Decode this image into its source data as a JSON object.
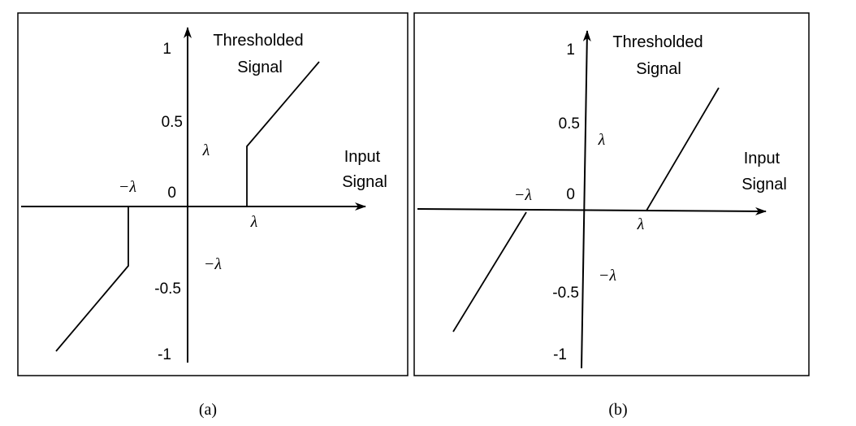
{
  "panels": [
    {
      "caption": "(a)",
      "y_axis_title_line1": "Thresholded",
      "y_axis_title_line2": "Signal",
      "x_axis_title_line1": "Input",
      "x_axis_title_line2": "Signal",
      "ticks": {
        "top": "1",
        "half": "0.5",
        "origin": "0",
        "neg_half": "-0.5",
        "bottom": "-1"
      },
      "lambda": "λ",
      "neg_lambda": "−λ",
      "function": "hard thresholding"
    },
    {
      "caption": "(b)",
      "y_axis_title_line1": "Thresholded",
      "y_axis_title_line2": "Signal",
      "x_axis_title_line1": "Input",
      "x_axis_title_line2": "Signal",
      "ticks": {
        "top": "1",
        "half": "0.5",
        "origin": "0",
        "neg_half": "-0.5",
        "bottom": "-1"
      },
      "lambda": "λ",
      "neg_lambda": "−λ",
      "function": "soft thresholding"
    }
  ]
}
